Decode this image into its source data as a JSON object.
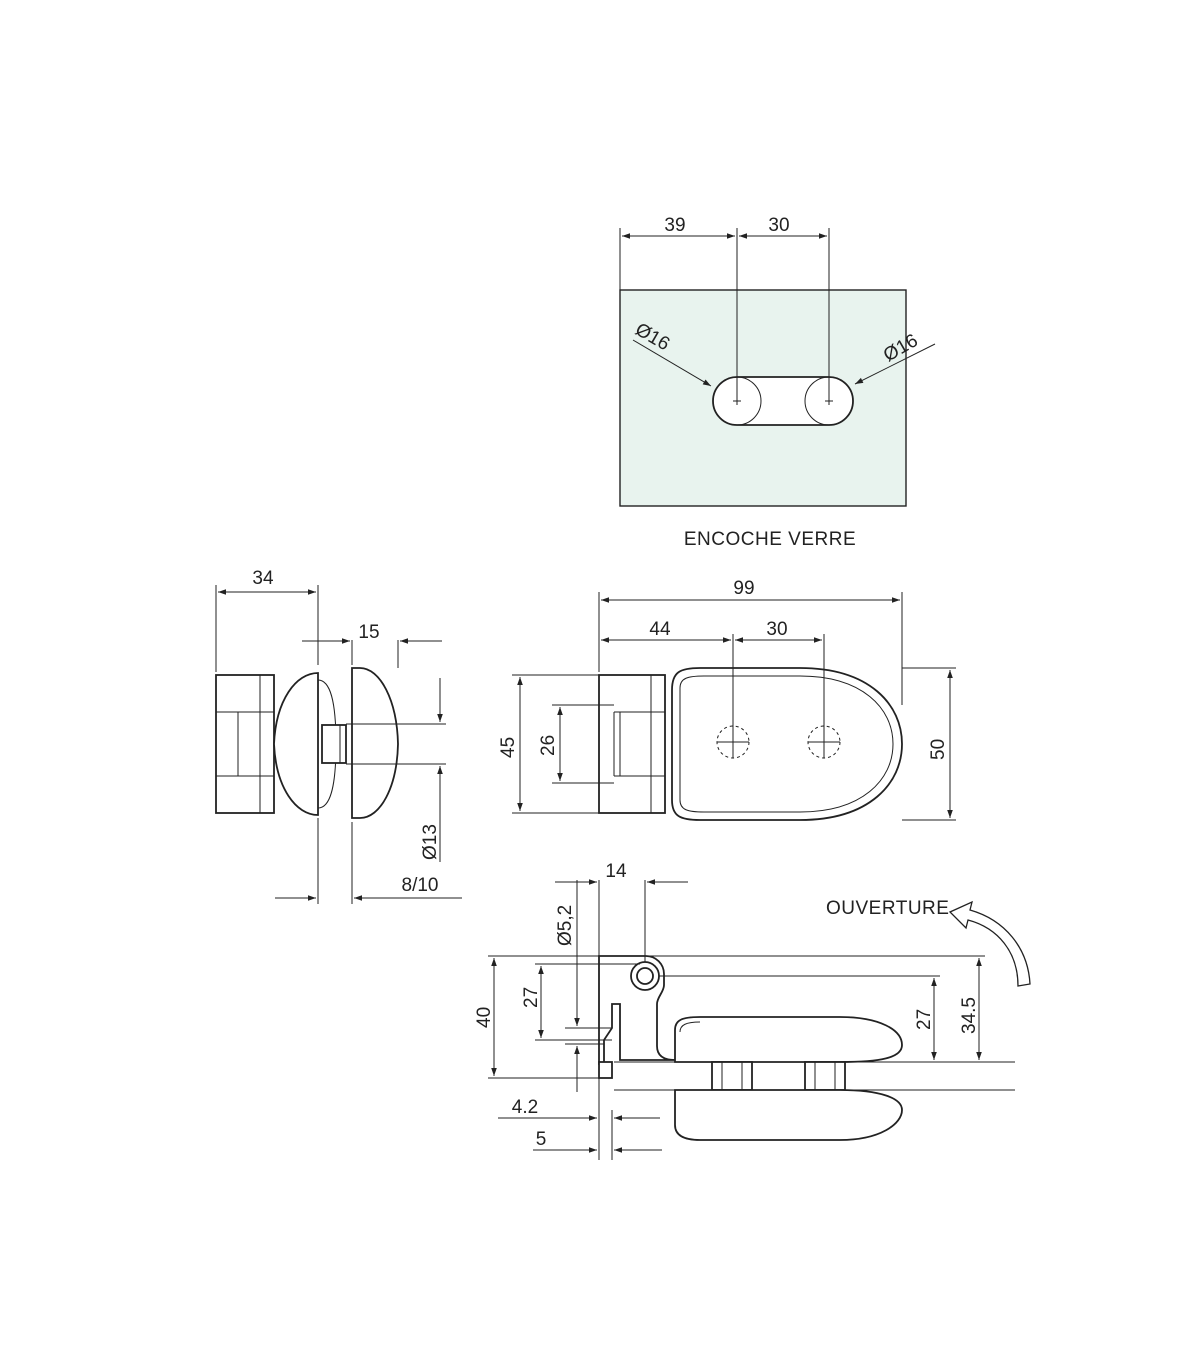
{
  "colors": {
    "line": "#222222",
    "glass": "#e8f3ee",
    "background": "#ffffff"
  },
  "notch_view": {
    "caption": "ENCOCHE VERRE",
    "dim_left": "39",
    "dim_spacing": "30",
    "diameter_left": "Ø16",
    "diameter_right": "Ø16"
  },
  "side_view": {
    "dim_width": "34",
    "dim_gap": "15",
    "dim_pin_diameter": "Ø13",
    "dim_glass_thickness": "8/10"
  },
  "front_view": {
    "dim_length": "99",
    "dim_first_hole": "44",
    "dim_hole_spacing": "30",
    "dim_block_height": "45",
    "dim_inner_height": "26",
    "dim_body_height": "50"
  },
  "plan_view": {
    "opening_label": "OUVERTURE",
    "dim_pivot_offset": "14",
    "dim_pivot_diameter": "Ø5,2",
    "dim_total_height": "40",
    "dim_pivot_height_left": "27",
    "dim_pivot_height_right": "27",
    "dim_top_height": "34.5",
    "dim_offset_a": "4.2",
    "dim_offset_b": "5",
    "opening_arrow_icon": "curved-arrow-icon"
  }
}
